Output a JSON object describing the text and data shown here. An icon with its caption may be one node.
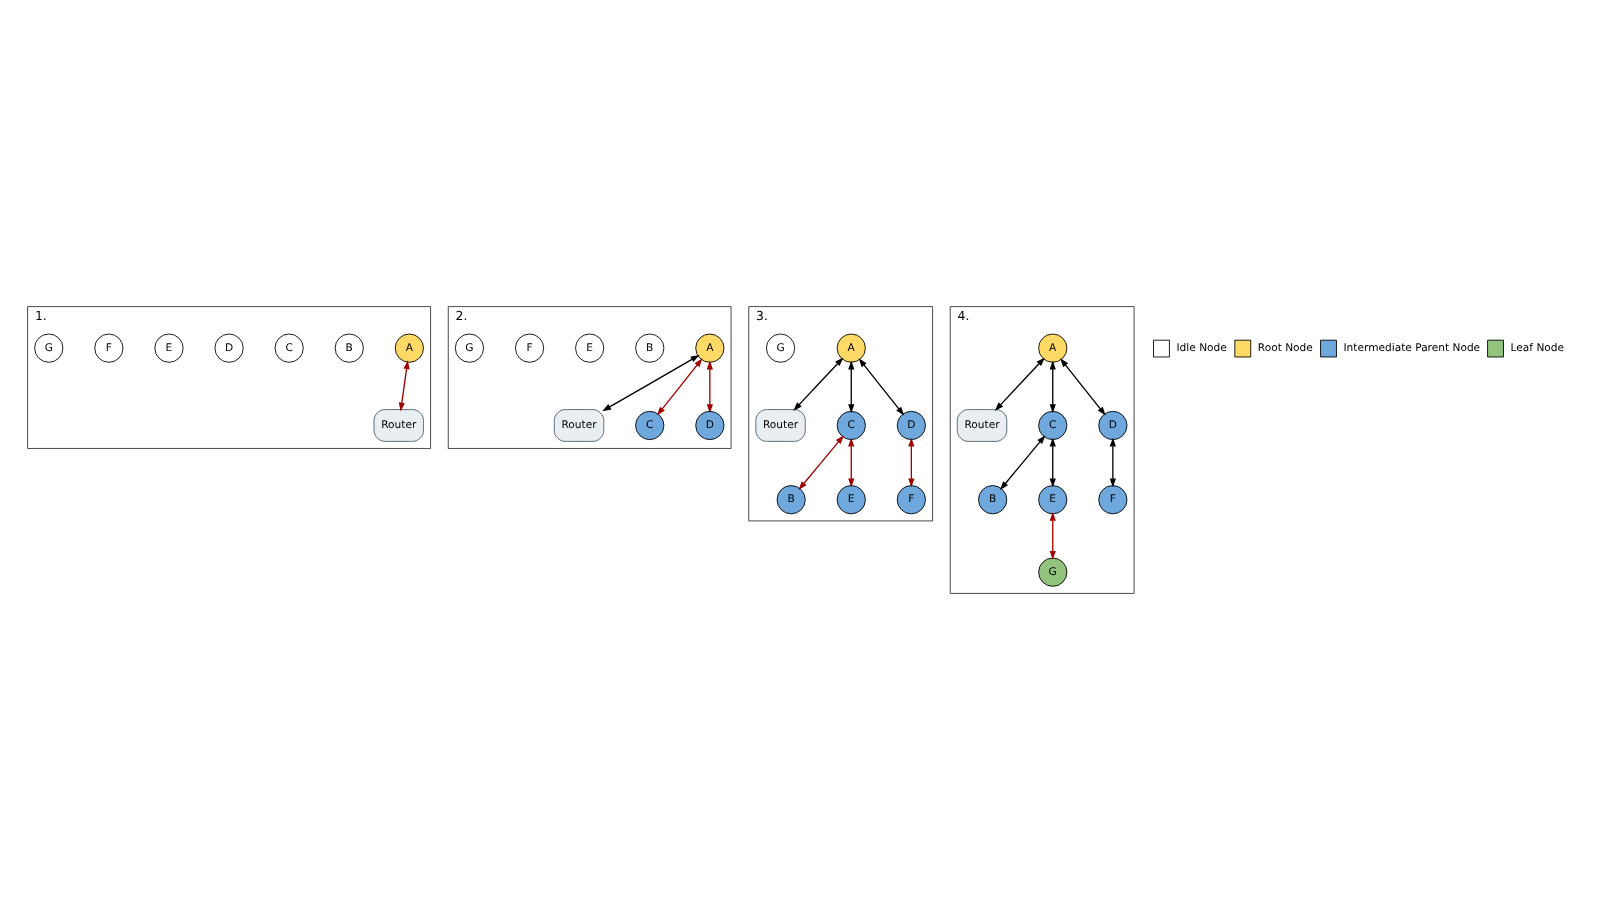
{
  "diagram": {
    "nodes": [
      {
        "text": [
          "1."
        ]
      },
      {
        "text": [
          "Router"
        ],
        "in": 0
      },
      {
        "text": [
          "A"
        ],
        "in": 0
      },
      {
        "text": [
          "B"
        ],
        "in": 0
      },
      {
        "text": [
          "C"
        ],
        "in": 0
      },
      {
        "text": [
          "D"
        ],
        "in": 0
      },
      {
        "text": [
          "E"
        ],
        "in": 0
      },
      {
        "text": [
          "F"
        ],
        "in": 0
      },
      {
        "text": [
          "G"
        ],
        "in": 0
      },
      {
        "text": [
          "2."
        ]
      },
      {
        "text": [
          "Router"
        ],
        "in": 9
      },
      {
        "text": [
          "A"
        ],
        "in": 9
      },
      {
        "text": [
          "B"
        ],
        "in": 9
      },
      {
        "text": [
          "C"
        ],
        "in": 9
      },
      {
        "text": [
          "D"
        ],
        "in": 9
      },
      {
        "text": [
          "E"
        ],
        "in": 9
      },
      {
        "text": [
          "F"
        ],
        "in": 9
      },
      {
        "text": [
          "G"
        ],
        "in": 9
      },
      {
        "text": [
          "3."
        ]
      },
      {
        "text": [
          "Router"
        ],
        "in": 18
      },
      {
        "text": [
          "A"
        ],
        "in": 18
      },
      {
        "text": [
          "B"
        ],
        "in": 18
      },
      {
        "text": [
          "C"
        ],
        "in": 18
      },
      {
        "text": [
          "D"
        ],
        "in": 18
      },
      {
        "text": [
          "E"
        ],
        "in": 18
      },
      {
        "text": [
          "F"
        ],
        "in": 18
      },
      {
        "text": [
          "G"
        ],
        "in": 18
      },
      {
        "text": [
          "4."
        ]
      },
      {
        "text": [
          "Router"
        ],
        "in": 27
      },
      {
        "text": [
          "A"
        ],
        "in": 27
      },
      {
        "text": [
          "B"
        ],
        "in": 27
      },
      {
        "text": [
          "C"
        ],
        "in": 27
      },
      {
        "text": [
          "D"
        ],
        "in": 27
      },
      {
        "text": [
          "E"
        ],
        "in": 27
      },
      {
        "text": [
          "F"
        ],
        "in": 27
      },
      {
        "text": [
          "G"
        ],
        "in": 27
      }
    ],
    "edges": [
      {
        "from": 2,
        "to": 1,
        "arrow": "both",
        "color": "#a00000"
      },
      {
        "from": 11,
        "to": 10,
        "arrow": "both"
      },
      {
        "from": 11,
        "to": 13,
        "arrow": "both",
        "color": "#a00000"
      },
      {
        "from": 11,
        "to": 14,
        "arrow": "both",
        "color": "#a00000"
      },
      {
        "from": 20,
        "to": 19,
        "arrow": "both"
      },
      {
        "from": 20,
        "to": 22,
        "arrow": "both"
      },
      {
        "from": 20,
        "to": 23,
        "arrow": "both"
      },
      {
        "from": 22,
        "to": 21,
        "arrow": "both",
        "color": "#a00000"
      },
      {
        "from": 22,
        "to": 24,
        "arrow": "both",
        "color": "#a00000"
      },
      {
        "from": 23,
        "to": 25,
        "arrow": "both",
        "color": "#a00000"
      },
      {
        "from": 29,
        "to": 28,
        "arrow": "both"
      },
      {
        "from": 29,
        "to": 31,
        "arrow": "both"
      },
      {
        "from": 29,
        "to": 32,
        "arrow": "both"
      },
      {
        "from": 31,
        "to": 30,
        "arrow": "both"
      },
      {
        "from": 31,
        "to": 33,
        "arrow": "both"
      },
      {
        "from": 32,
        "to": 34,
        "arrow": "both"
      },
      {
        "from": 33,
        "to": 35,
        "arrow": "both",
        "color": "#a00000"
      }
    ],
    "legend": [
      {
        "text": "Idle Node",
        "color": "#ffffff"
      },
      {
        "text": "Root Node",
        "color": "#ffd966"
      },
      {
        "text": "Intermediate Parent Node",
        "color": "#6fa8dc"
      },
      {
        "text": "Leaf Node",
        "color": "#93c47d"
      }
    ]
  }
}
